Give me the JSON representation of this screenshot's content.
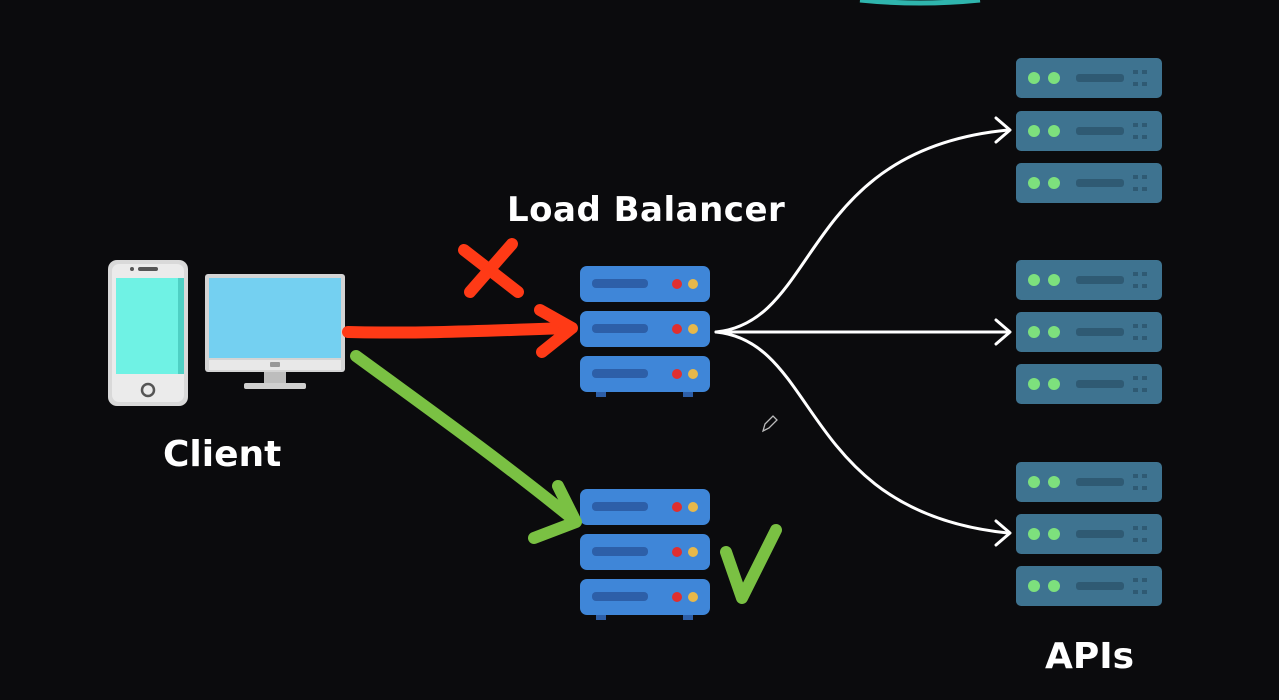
{
  "labels": {
    "load_balancer": "Load Balancer",
    "client": "Client",
    "apis": "APIs"
  },
  "colors": {
    "background": "#0b0b0d",
    "lb_server": "#3f86d8",
    "lb_server_slot": "#2d5fa8",
    "api_server": "#3e7390",
    "api_server_dark": "#2f5a73",
    "api_led": "#7de07d",
    "failed_arrow": "#ff3a16",
    "success_arrow": "#7ac143",
    "flow_arrow": "#ffffff",
    "phone_screen": "#6ff2e4",
    "monitor_screen": "#74d0f1"
  },
  "nodes": {
    "client_devices": [
      "phone-icon",
      "monitor-icon"
    ],
    "load_balancers": [
      {
        "name": "primary-load-balancer",
        "status": "failed"
      },
      {
        "name": "backup-load-balancer",
        "status": "active"
      }
    ],
    "api_servers": 3
  },
  "marks": {
    "failed": "cross",
    "success": "checkmark"
  }
}
